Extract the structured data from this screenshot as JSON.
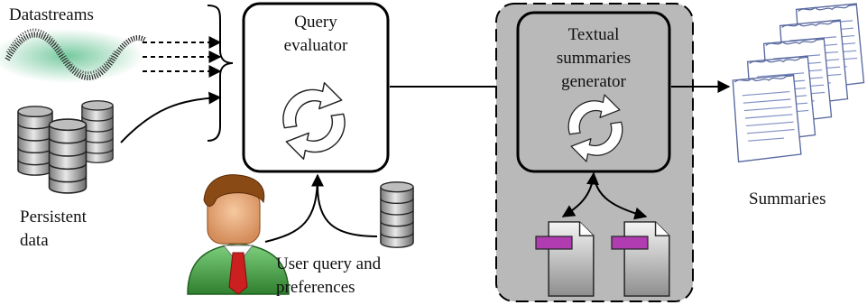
{
  "labels": {
    "datastreams": "Datastreams",
    "persistent_data": [
      "Persistent",
      "data"
    ],
    "query_evaluator": [
      "Query",
      "evaluator"
    ],
    "textual_generator": [
      "Textual",
      "summaries",
      "generator"
    ],
    "summaries": "Summaries",
    "user_query": [
      "User query and",
      "preferences"
    ]
  },
  "icons": [
    "wave-icon",
    "database-icon",
    "cycle-icon",
    "user-icon",
    "document-icon",
    "summary-page-icon"
  ],
  "colors": {
    "generator_panel": "#b9b9b9",
    "template_tab": "#b13bb1",
    "wave_glow": "#6fc79a",
    "user_shirt": "#4a9f4a",
    "user_tie": "#cc1f1f"
  }
}
